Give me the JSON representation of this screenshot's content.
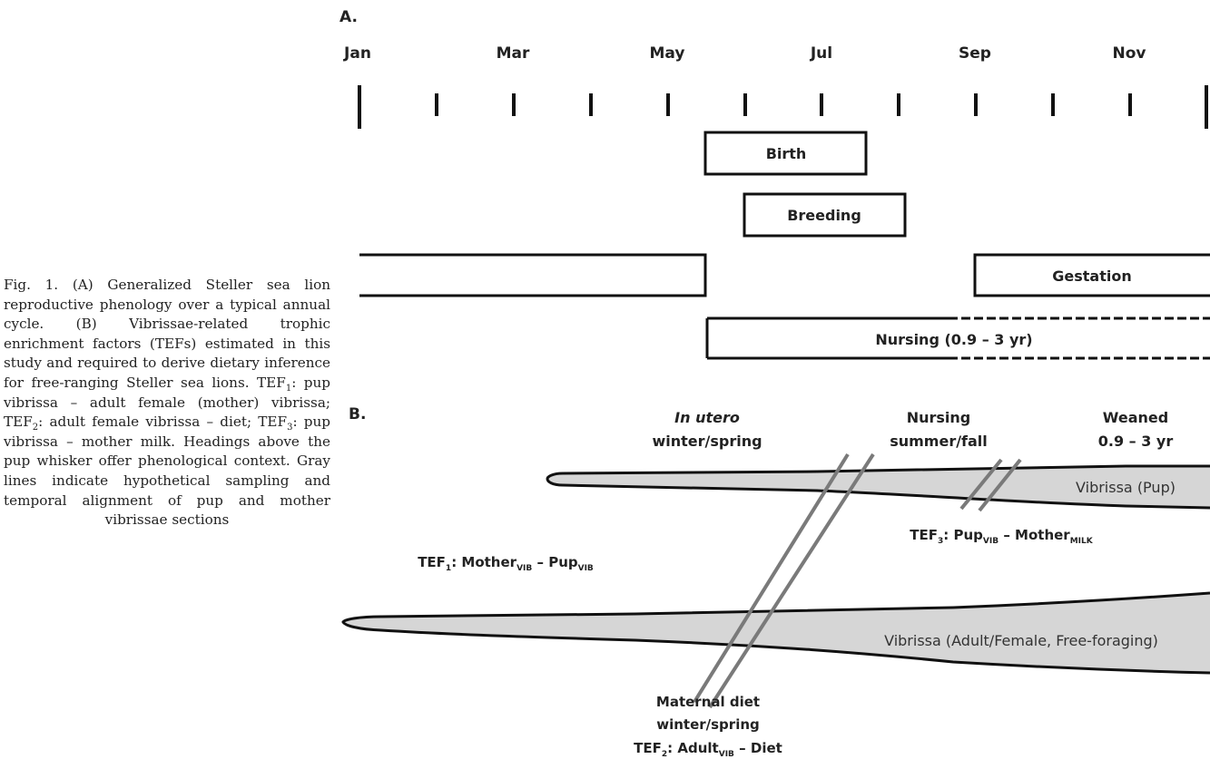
{
  "caption": {
    "fig_label": "Fig. 1.",
    "text_a": "(A) Generalized Steller sea lion reproductive phenology over a typical annual cycle. (B) Vibrissae-related trophic enrichment factors (TEFs) estimated in this study and required to derive dietary inference for free-ranging Steller sea lions. TEF",
    "text_b": ": pup vibrissa – adult female (mother) vibrissa; TEF",
    "text_c": ": adult female vibrissa – diet; TEF",
    "text_d": ": pup vibrissa – mother milk. Headings above the pup whisker offer phenological context. Gray lines indicate hypothetical sampling and temporal alignment of pup and mother vibrissae sections",
    "sub1": "1",
    "sub2": "2",
    "sub3": "3"
  },
  "panel_a": {
    "label": "A.",
    "months": [
      "Jan",
      "Mar",
      "May",
      "Jul",
      "Sep",
      "Nov"
    ],
    "bars": {
      "birth": "Birth",
      "breeding": "Breeding",
      "gestation": "Gestation",
      "nursing": "Nursing  (0.9 – 3 yr)"
    }
  },
  "panel_b": {
    "label": "B.",
    "heading_in_utero_1": "In utero",
    "heading_in_utero_2": "winter/spring",
    "heading_nursing_1": "Nursing",
    "heading_nursing_2": "summer/fall",
    "heading_weaned_1": "Weaned",
    "heading_weaned_2": "0.9 – 3 yr",
    "pup_whisker": "Vibrissa (Pup)",
    "adult_whisker": "Vibrissa (Adult/Female, Free-foraging)",
    "tef1": {
      "main": "TEF",
      "n": "1",
      "a": ": Mother",
      "a_sub": "VIB",
      "b": " – Pup",
      "b_sub": "VIB"
    },
    "tef3": {
      "main": "TEF",
      "n": "3",
      "a": ": Pup",
      "a_sub": "VIB",
      "b": " – Mother",
      "b_sub": "MILK"
    },
    "maternal_1": "Maternal diet",
    "maternal_2": "winter/spring",
    "tef2": {
      "main": "TEF",
      "n": "2",
      "a": ": Adult",
      "a_sub": "VIB",
      "b": " – Diet"
    }
  }
}
